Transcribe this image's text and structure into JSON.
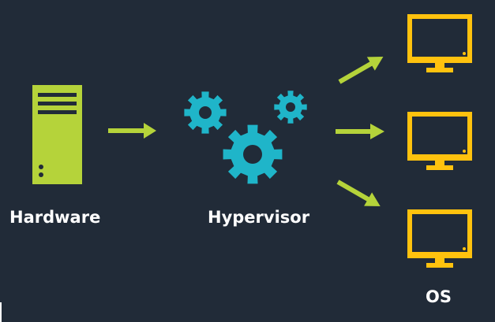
{
  "labels": {
    "hardware": "Hardware",
    "hypervisor": "Hypervisor",
    "os": "OS"
  },
  "colors": {
    "background": "#212b38",
    "hardware_green": "#b5d33a",
    "arrow_green": "#b5d33a",
    "gear_blue": "#1fb5c9",
    "monitor_yellow": "#ffc20e",
    "text": "#ffffff"
  },
  "icons": {
    "hardware": "server-tower-icon",
    "hypervisor": "gears-icon",
    "os": "monitor-icon"
  }
}
